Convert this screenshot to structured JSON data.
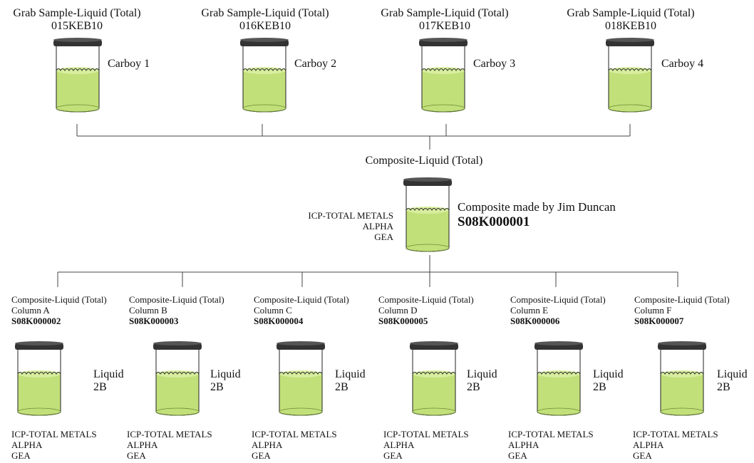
{
  "colors": {
    "liquid": "#c2e07a",
    "liquid_top": "#d8ee9e",
    "lid": "#333333",
    "line": "#444444"
  },
  "carboys": [
    {
      "sample_type": "Grab Sample-Liquid (Total)",
      "id": "015KEB10",
      "label": "Carboy 1"
    },
    {
      "sample_type": "Grab Sample-Liquid (Total)",
      "id": "016KEB10",
      "label": "Carboy 2"
    },
    {
      "sample_type": "Grab Sample-Liquid (Total)",
      "id": "017KEB10",
      "label": "Carboy 3"
    },
    {
      "sample_type": "Grab Sample-Liquid (Total)",
      "id": "018KEB10",
      "label": "Carboy 4"
    }
  ],
  "composite": {
    "sample_type": "Composite-Liquid (Total)",
    "note": "Composite made by Jim Duncan",
    "id": "S08K000001",
    "analyses": [
      "ICP-TOTAL METALS",
      "ALPHA",
      "GEA"
    ]
  },
  "subsamples": [
    {
      "sample_type": "Composite-Liquid (Total)",
      "column": "Column A",
      "id": "S08K000002",
      "liquid_line1": "Liquid",
      "liquid_line2": "2B",
      "analyses": [
        "ICP-TOTAL METALS",
        "ALPHA",
        "GEA"
      ]
    },
    {
      "sample_type": "Composite-Liquid (Total)",
      "column": "Column B",
      "id": "S08K000003",
      "liquid_line1": "Liquid",
      "liquid_line2": "2B",
      "analyses": [
        "ICP-TOTAL METALS",
        "ALPHA",
        "GEA"
      ]
    },
    {
      "sample_type": "Composite-Liquid (Total)",
      "column": "Column C",
      "id": "S08K000004",
      "liquid_line1": "Liquid",
      "liquid_line2": "2B",
      "analyses": [
        "ICP-TOTAL METALS",
        "ALPHA",
        "GEA"
      ]
    },
    {
      "sample_type": "Composite-Liquid (Total)",
      "column": "Column D",
      "id": "S08K000005",
      "liquid_line1": "Liquid",
      "liquid_line2": "2B",
      "analyses": [
        "ICP-TOTAL METALS",
        "ALPHA",
        "GEA"
      ]
    },
    {
      "sample_type": "Composite-Liquid (Total)",
      "column": "Column E",
      "id": "S08K000006",
      "liquid_line1": "Liquid",
      "liquid_line2": "2B",
      "analyses": [
        "ICP-TOTAL METALS",
        "ALPHA",
        "GEA"
      ]
    },
    {
      "sample_type": "Composite-Liquid (Total)",
      "column": "Column F",
      "id": "S08K000007",
      "liquid_line1": "Liquid",
      "liquid_line2": "2B",
      "analyses": [
        "ICP-TOTAL METALS",
        "ALPHA",
        "GEA"
      ]
    }
  ]
}
